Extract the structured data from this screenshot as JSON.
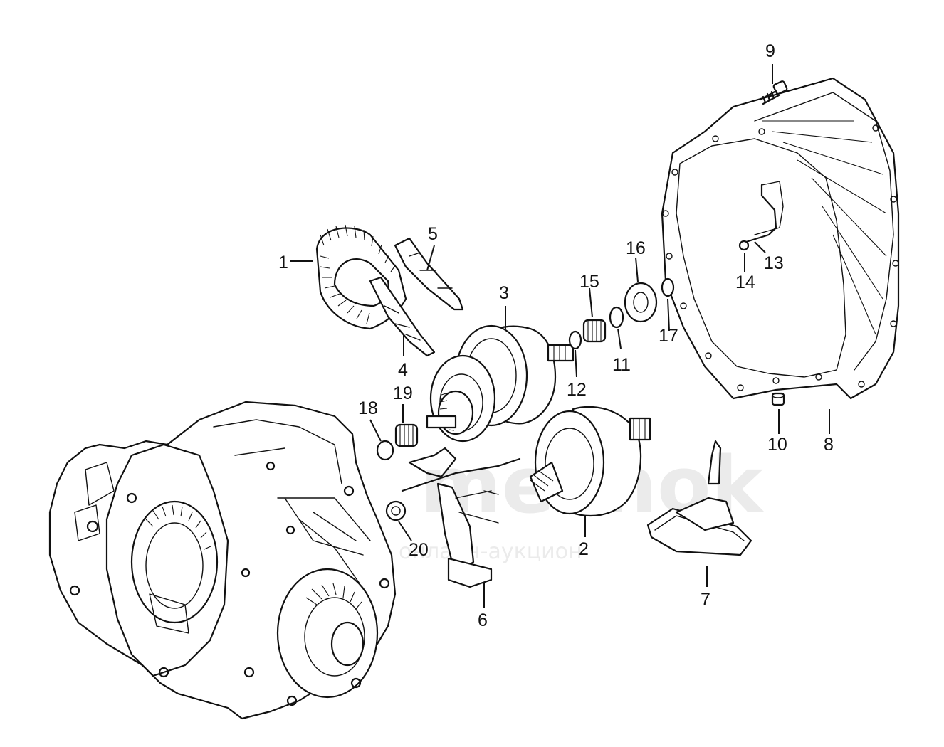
{
  "watermark": {
    "logo_text": "meshok",
    "caption": "онлайн-аукцион"
  },
  "callouts": [
    {
      "id": "c1",
      "label": "1"
    },
    {
      "id": "c2",
      "label": "2"
    },
    {
      "id": "c3",
      "label": "3"
    },
    {
      "id": "c4",
      "label": "4"
    },
    {
      "id": "c5",
      "label": "5"
    },
    {
      "id": "c6",
      "label": "6"
    },
    {
      "id": "c7",
      "label": "7"
    },
    {
      "id": "c8",
      "label": "8"
    },
    {
      "id": "c9",
      "label": "9"
    },
    {
      "id": "c10",
      "label": "10"
    },
    {
      "id": "c11",
      "label": "11"
    },
    {
      "id": "c12",
      "label": "12"
    },
    {
      "id": "c13",
      "label": "13"
    },
    {
      "id": "c14",
      "label": "14"
    },
    {
      "id": "c15",
      "label": "15"
    },
    {
      "id": "c16",
      "label": "16"
    },
    {
      "id": "c17",
      "label": "17"
    },
    {
      "id": "c18",
      "label": "18"
    },
    {
      "id": "c19",
      "label": "19"
    },
    {
      "id": "c20",
      "label": "20"
    }
  ]
}
